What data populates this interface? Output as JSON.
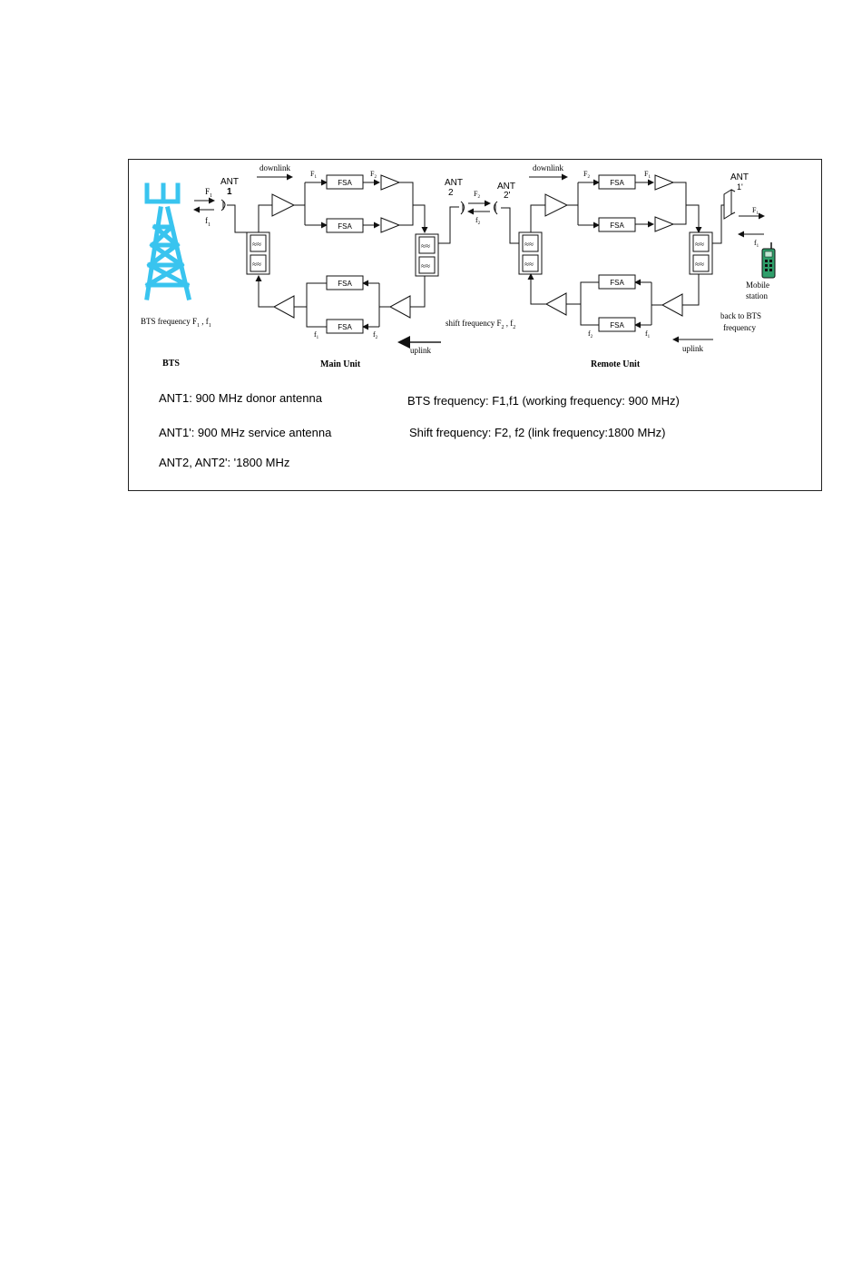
{
  "colors": {
    "tower": "#39c4ef",
    "phone": "#2f9e6a",
    "frame": "#222222",
    "line": "#111111"
  },
  "left": {
    "ant_label": "ANT",
    "ant_num": "1",
    "F": "F",
    "F_sub": "1",
    "f": "f",
    "f_sub": "1",
    "bts_freq": "BTS frequency F",
    "bts_freq_sub": "1",
    "bts_freq_sep": " ,  f",
    "bts_freq_sub2": "1",
    "bts": "BTS"
  },
  "main_unit": {
    "title": "Main Unit",
    "downlink": "downlink",
    "uplink": "uplink",
    "fsa": "FSA",
    "F1": "F",
    "F1_sub": "1",
    "F2": "F",
    "F2_sub": "2",
    "f1": "f",
    "f1_sub": "1",
    "f2": "f",
    "f2_sub": "2"
  },
  "middle": {
    "ant2": "ANT",
    "ant2_num": "2",
    "ant2p": "ANT",
    "ant2p_num": "2'",
    "F": "F",
    "F_sub": "2",
    "f": "f",
    "f_sub": "2",
    "shift_freq": "shift frequency  F",
    "shift_sub": "2",
    "shift_sep": " ,  f",
    "shift_sub2": "2"
  },
  "remote_unit": {
    "title": "Remote Unit",
    "downlink": "downlink",
    "uplink": "uplink",
    "fsa": "FSA",
    "F2": "F",
    "F2_sub": "2",
    "F1": "F",
    "F1_sub": "1",
    "f2": "f",
    "f2_sub": "2",
    "f1": "f",
    "f1_sub": "1"
  },
  "right": {
    "ant_label": "ANT",
    "ant_num": "1'",
    "F": "F",
    "F_sub": "1",
    "f": "f",
    "f_sub": "1",
    "mobile": "Mobile",
    "station": "station",
    "back1": "back to BTS",
    "back2": "frequency"
  },
  "legend": {
    "ant1": "ANT1:   900 MHz donor antenna",
    "ant1p": "ANT1':   900 MHz service antenna",
    "ant2": "ANT2, ANT2': '1800 MHz",
    "bts_freq": "BTS frequency: F1,f1 (working frequency:  900 MHz)",
    "shift_freq": "Shift frequency: F2, f2 (link frequency:1800 MHz)"
  }
}
